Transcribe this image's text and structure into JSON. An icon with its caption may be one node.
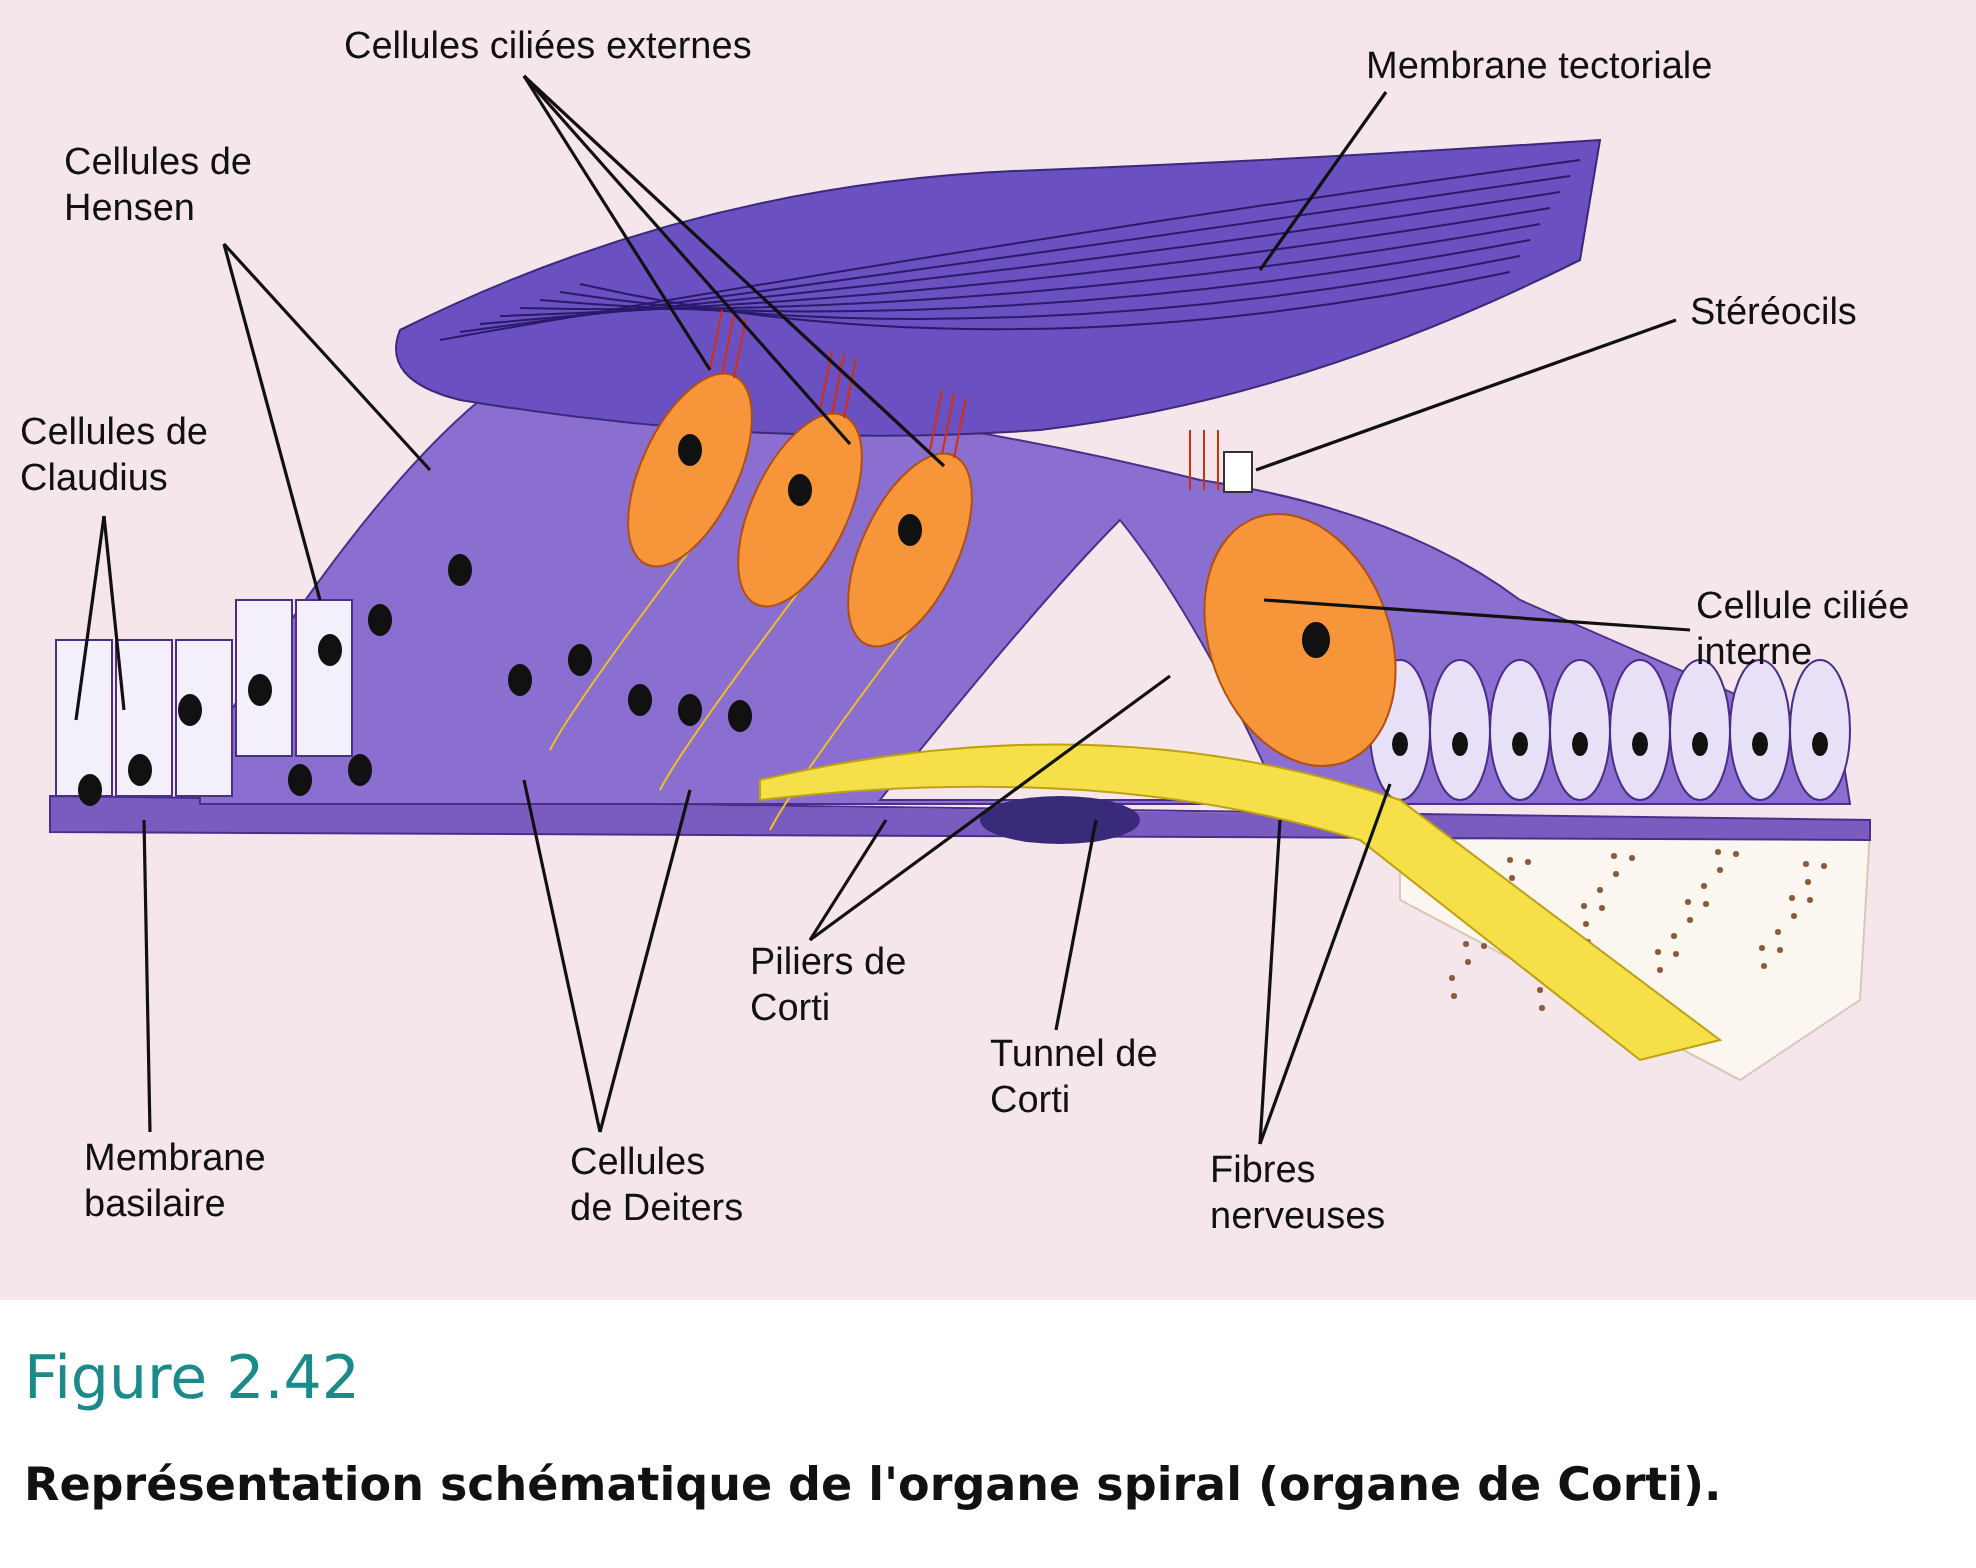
{
  "diagram": {
    "title": "Figure 2.42",
    "caption": "Représentation schématique de l'organe spiral (organe de Corti).",
    "nodes": [
      {
        "text": [
          "Cellules ciliées externes"
        ]
      },
      {
        "text": [
          "Membrane tectoriale"
        ]
      },
      {
        "text": [
          "Cellules de Hensen"
        ]
      },
      {
        "text": [
          "Stéréocils"
        ]
      },
      {
        "text": [
          "Cellules de Claudius"
        ]
      },
      {
        "text": [
          "Cellule ciliée interne"
        ]
      },
      {
        "text": [
          "Piliers de Corti"
        ]
      },
      {
        "text": [
          "Tunnel de Corti"
        ]
      },
      {
        "text": [
          "Membrane basilaire"
        ]
      },
      {
        "text": [
          "Cellules de Deiters"
        ]
      },
      {
        "text": [
          "Fibres nerveuses"
        ]
      }
    ],
    "edges": [
      {
        "from": 0,
        "to": null,
        "arrow": "none"
      },
      {
        "from": 0,
        "to": null,
        "arrow": "none"
      },
      {
        "from": 0,
        "to": null,
        "arrow": "none"
      },
      {
        "from": 1,
        "to": null,
        "arrow": "none"
      },
      {
        "from": 2,
        "to": null,
        "arrow": "none"
      },
      {
        "from": 2,
        "to": null,
        "arrow": "none"
      },
      {
        "from": 3,
        "to": null,
        "arrow": "none"
      },
      {
        "from": 4,
        "to": null,
        "arrow": "none"
      },
      {
        "from": 4,
        "to": null,
        "arrow": "none"
      },
      {
        "from": 5,
        "to": null,
        "arrow": "none"
      },
      {
        "from": 6,
        "to": null,
        "arrow": "none"
      },
      {
        "from": 6,
        "to": null,
        "arrow": "none"
      },
      {
        "from": 7,
        "to": null,
        "arrow": "none"
      },
      {
        "from": 8,
        "to": null,
        "arrow": "none"
      },
      {
        "from": 9,
        "to": null,
        "arrow": "none"
      },
      {
        "from": 9,
        "to": null,
        "arrow": "none"
      },
      {
        "from": 10,
        "to": null,
        "arrow": "none"
      },
      {
        "from": 10,
        "to": null,
        "arrow": "none"
      }
    ]
  }
}
